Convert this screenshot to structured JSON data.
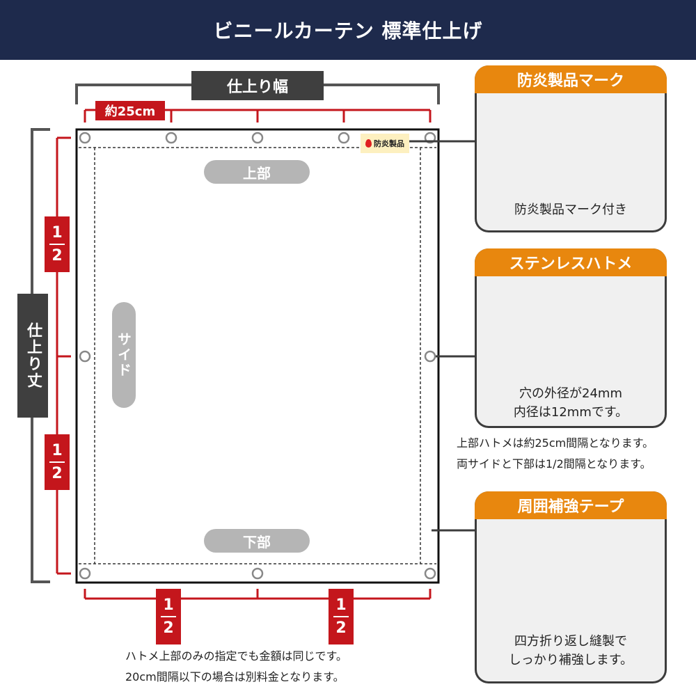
{
  "header": {
    "title": "ビニールカーテン 標準仕上げ"
  },
  "dimensions": {
    "width_label": "仕上り幅",
    "height_label": "仕上り丈",
    "spacing_label": "約25cm",
    "half": {
      "numerator": "1",
      "denominator": "2"
    }
  },
  "curtain": {
    "top_label": "上部",
    "side_label": "サイド",
    "bottom_label": "下部",
    "mark_label": "防炎製品"
  },
  "cards": [
    {
      "title": "防炎製品マーク",
      "caption_line1": "防炎製品マーク付き",
      "caption_line2": ""
    },
    {
      "title": "ステンレスハトメ",
      "caption_line1": "穴の外径が24mm",
      "caption_line2": "内径は12mmです。"
    },
    {
      "title": "周囲補強テープ",
      "caption_line1": "四方折り返し縫製で",
      "caption_line2": "しっかり補強します。"
    }
  ],
  "notes": {
    "grommet_line1": "上部ハトメは約25cm間隔となります。",
    "grommet_line2": "両サイドと下部は1/2間隔となります。",
    "bottom_line1": "ハトメ上部のみの指定でも金額は同じです。",
    "bottom_line2": "20cm間隔以下の場合は別料金となります。"
  },
  "colors": {
    "navy": "#1e2a4c",
    "orange": "#e8870e",
    "red": "#c4161c",
    "dark_gray": "#3f3f3f"
  }
}
